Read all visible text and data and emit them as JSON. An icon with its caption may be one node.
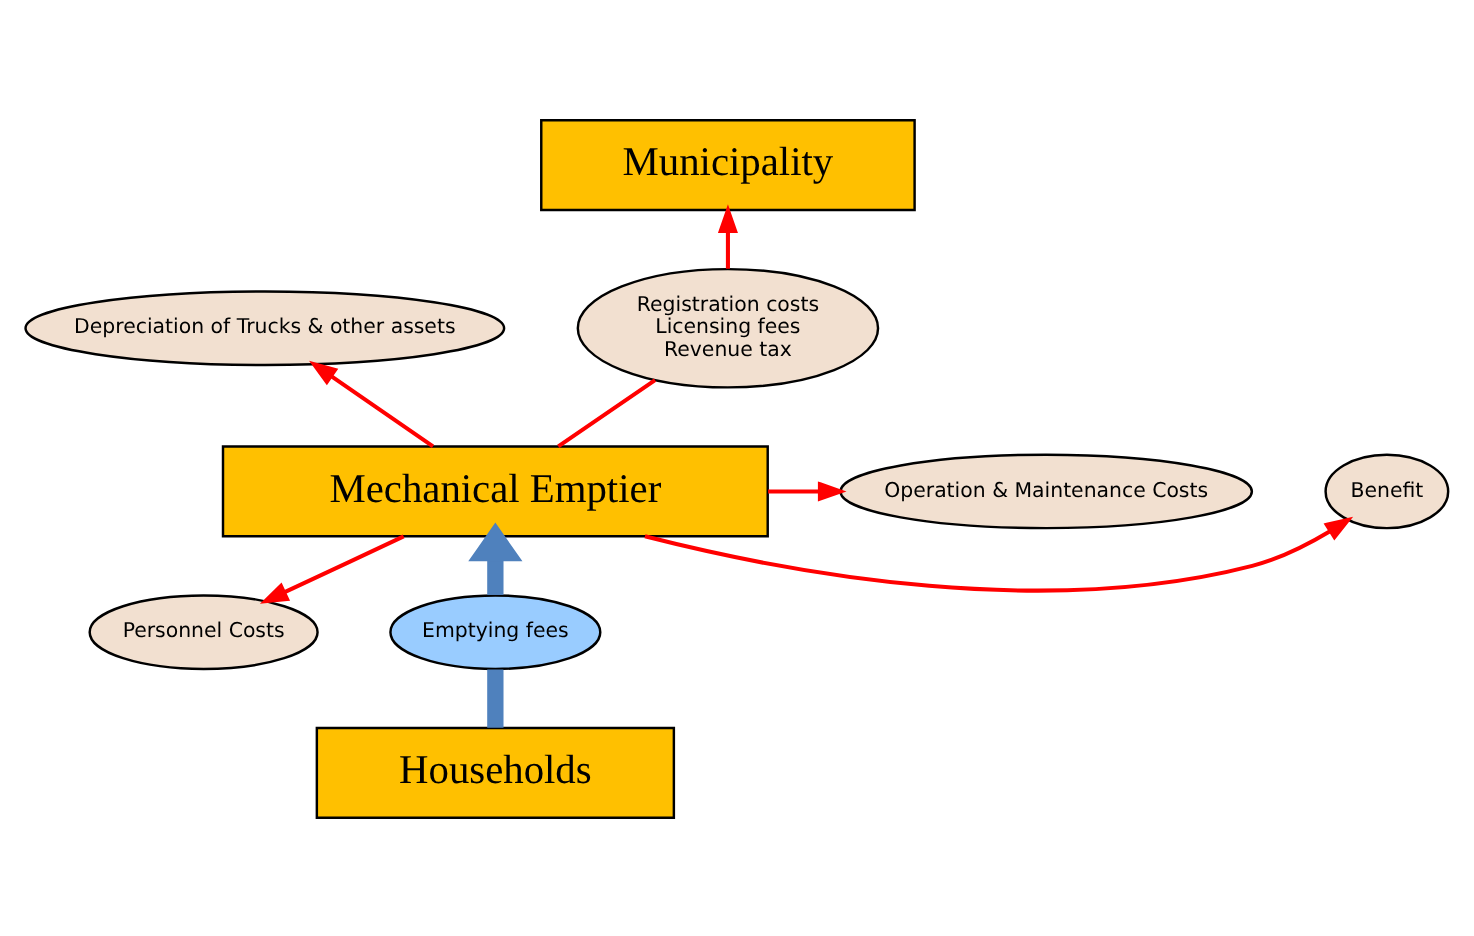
{
  "diagram": {
    "nodes": [
      {
        "text": [
          "Municipality"
        ]
      },
      {
        "text": [
          "Depreciation of Trucks & other assets"
        ]
      },
      {
        "text": [
          "Registration costs",
          "Licensing fees",
          "Revenue tax"
        ]
      },
      {
        "text": [
          "Operation & Maintenance Costs"
        ]
      },
      {
        "text": [
          "Mechanical Emptier"
        ]
      },
      {
        "text": [
          "Benefit"
        ]
      },
      {
        "text": [
          "Personnel Costs"
        ]
      },
      {
        "text": [
          "Emptying fees"
        ]
      },
      {
        "text": [
          "Households"
        ]
      }
    ],
    "edges": [
      {
        "from": 4,
        "to": 2,
        "arrow": "none"
      },
      {
        "from": 2,
        "to": 0,
        "arrow": "to"
      },
      {
        "from": 4,
        "to": 1,
        "arrow": "to"
      },
      {
        "from": 4,
        "to": 3,
        "arrow": "to"
      },
      {
        "from": 4,
        "to": 6,
        "arrow": "to"
      },
      {
        "from": 4,
        "to": 5,
        "arrow": "to"
      },
      {
        "from": 8,
        "to": 7,
        "arrow": "none",
        "style": "thick",
        "color": "#4f81bd"
      },
      {
        "from": 7,
        "to": 4,
        "arrow": "to",
        "style": "thick",
        "color": "#4f81bd"
      }
    ]
  }
}
